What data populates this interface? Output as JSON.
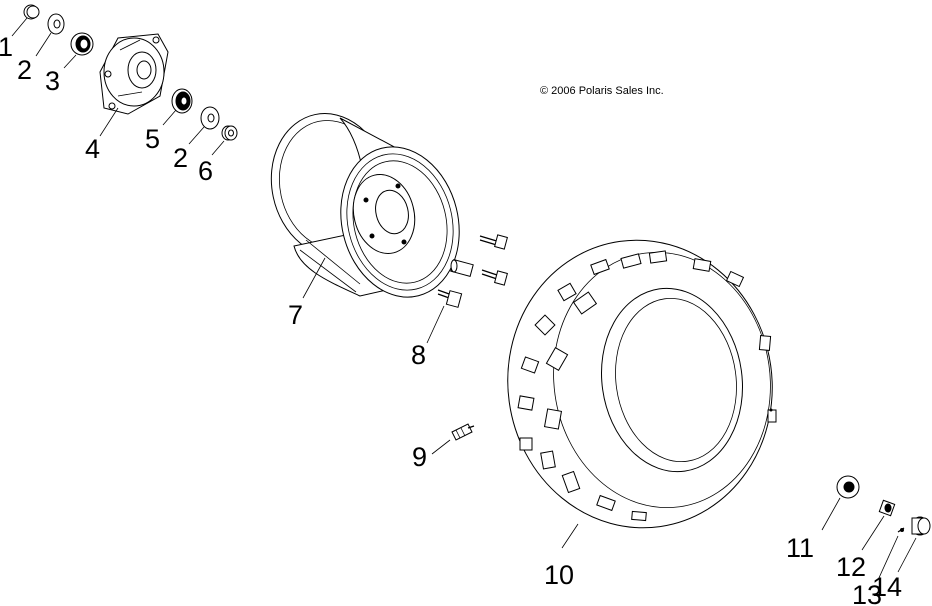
{
  "copyright": "© 2006 Polaris Sales Inc.",
  "callouts": {
    "c1": "1",
    "c2a": "2",
    "c3": "3",
    "c4": "4",
    "c5": "5",
    "c2b": "2",
    "c6": "6",
    "c7": "7",
    "c8": "8",
    "c9": "9",
    "c10": "10",
    "c11": "11",
    "c12": "12",
    "c13": "13",
    "c14": "14"
  },
  "parts": [
    {
      "id": "1",
      "icon": "nut-icon"
    },
    {
      "id": "2",
      "icon": "washer-icon"
    },
    {
      "id": "3",
      "icon": "seal-icon"
    },
    {
      "id": "4",
      "icon": "hub-icon"
    },
    {
      "id": "5",
      "icon": "bearing-icon"
    },
    {
      "id": "6",
      "icon": "spacer-icon"
    },
    {
      "id": "7",
      "icon": "wheel-rim-icon"
    },
    {
      "id": "8",
      "icon": "lug-bolt-icon"
    },
    {
      "id": "9",
      "icon": "valve-stem-icon"
    },
    {
      "id": "10",
      "icon": "tire-icon"
    },
    {
      "id": "11",
      "icon": "washer-icon"
    },
    {
      "id": "12",
      "icon": "castle-nut-icon"
    },
    {
      "id": "13",
      "icon": "cotter-pin-icon"
    },
    {
      "id": "14",
      "icon": "cap-icon"
    }
  ]
}
